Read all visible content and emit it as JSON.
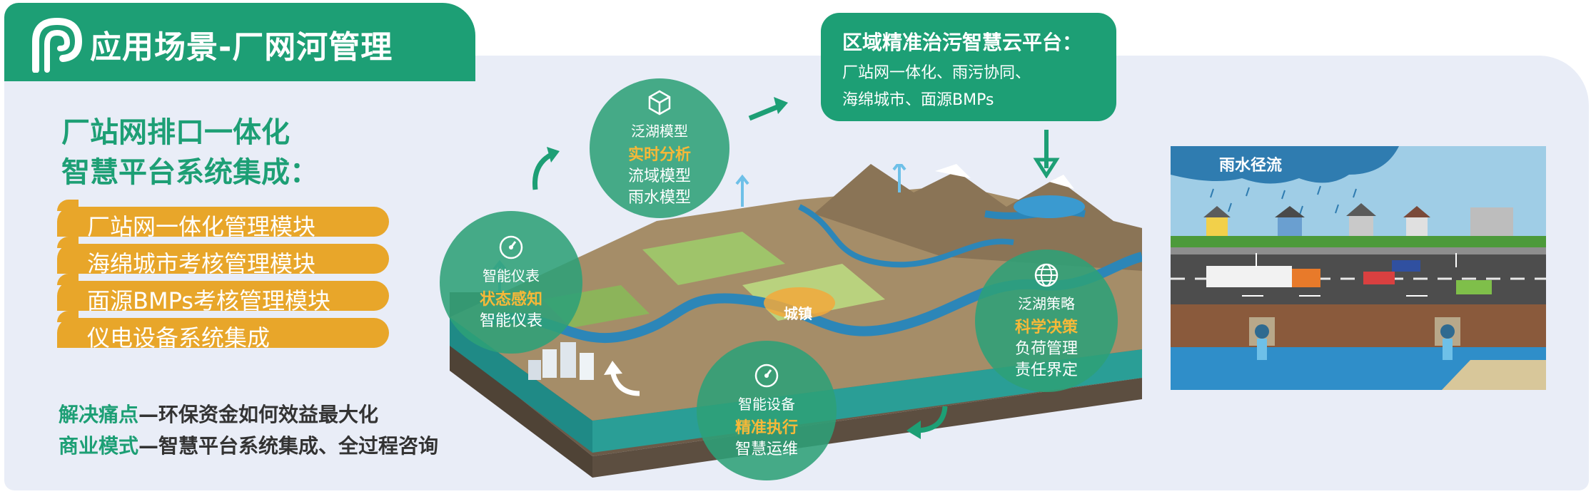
{
  "header": {
    "title": "应用场景-厂网河管理"
  },
  "left": {
    "title_lines": [
      "厂站网排口一体化",
      "智慧平台系统集成："
    ],
    "modules": [
      "厂站网一体化管理模块",
      "海绵城市考核管理模块",
      "面源BMPs考核管理模块",
      "仪电设备系统集成"
    ],
    "bottom": [
      {
        "highlight": "解决痛点",
        "text": "—环保资金如何效益最大化"
      },
      {
        "highlight": "商业模式",
        "text": "—智慧平台系统集成、全过程咨询"
      }
    ]
  },
  "cloud_platform": {
    "title": "区域精准治污智慧云平台：",
    "lines": [
      "厂站网一体化、雨污协同、",
      "海绵城市、面源BMPs"
    ]
  },
  "circles": {
    "model": {
      "t1": "泛湖模型",
      "t2": "实时分析",
      "t3a": "流域模型",
      "t3b": "雨水模型"
    },
    "meter": {
      "t1": "智能仪表",
      "t2": "状态感知",
      "t3a": "智能仪表"
    },
    "device": {
      "t1": "智能设备",
      "t2": "精准执行",
      "t3a": "智慧运维"
    },
    "strategy": {
      "t1": "泛湖策略",
      "t2": "科学决策",
      "t3a": "负荷管理",
      "t3b": "责任界定"
    }
  },
  "terrain": {
    "town_label": "城镇"
  },
  "illustration": {
    "label": "雨水径流"
  },
  "colors": {
    "green": "#1d9f75",
    "orange": "#e8a62a",
    "panel": "#e9edf7",
    "highlight": "#f7b838"
  }
}
